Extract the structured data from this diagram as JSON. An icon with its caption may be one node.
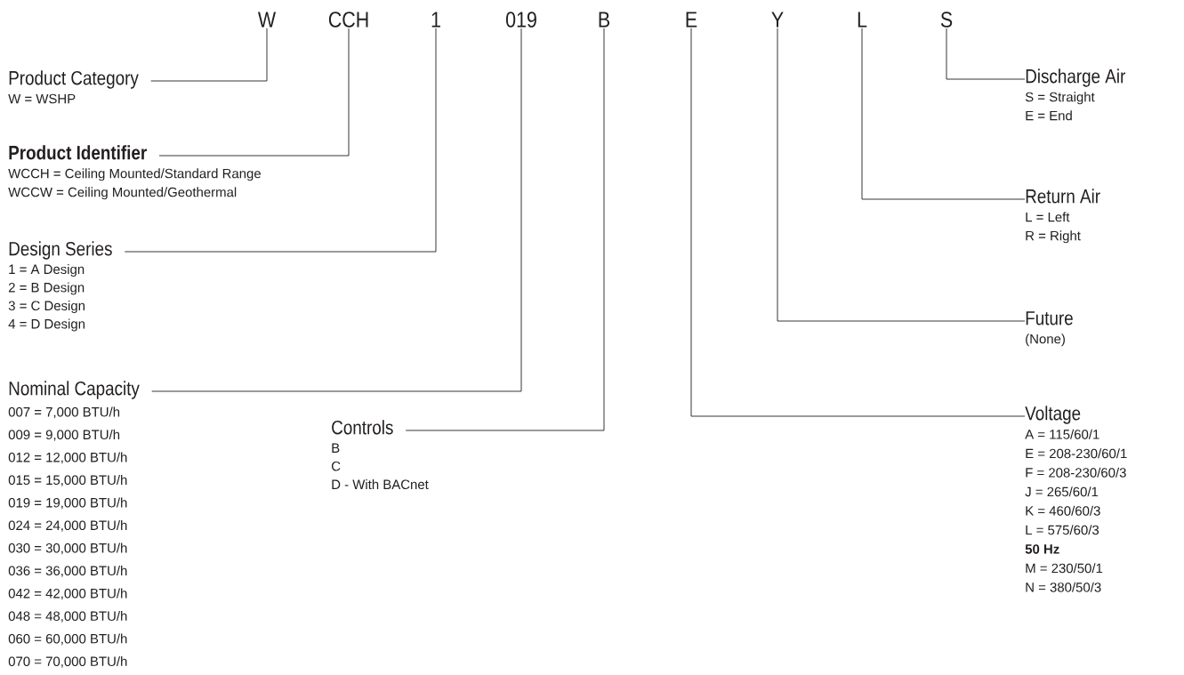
{
  "diagram": {
    "nodes": [
      {
        "text": [
          "W"
        ]
      },
      {
        "text": [
          "CCH"
        ]
      },
      {
        "text": [
          "1"
        ]
      },
      {
        "text": [
          "019"
        ]
      },
      {
        "text": [
          "B"
        ]
      },
      {
        "text": [
          "E"
        ]
      },
      {
        "text": [
          "Y"
        ]
      },
      {
        "text": [
          "L"
        ]
      },
      {
        "text": [
          "S"
        ]
      },
      {
        "text": [
          "Product Category",
          "W = WSHP"
        ]
      },
      {
        "text": [
          "Product Identifier",
          "WCCH = Ceiling Mounted/Standard Range",
          "WCCW = Ceiling Mounted/Geothermal"
        ]
      },
      {
        "text": [
          "Design Series",
          "1 = A Design",
          "2 = B Design",
          "3 = C Design",
          "4 = D Design"
        ]
      },
      {
        "text": [
          "Nominal Capacity",
          "007 = 7,000 BTU/h",
          "009 = 9,000 BTU/h",
          "012 = 12,000 BTU/h",
          "015 = 15,000 BTU/h",
          "019 = 19,000 BTU/h",
          "024 = 24,000 BTU/h",
          "030 = 30,000 BTU/h",
          "036 = 36,000 BTU/h",
          "042 = 42,000 BTU/h",
          "048 = 48,000 BTU/h",
          "060 = 60,000 BTU/h",
          "070 = 70,000 BTU/h"
        ]
      },
      {
        "text": [
          "Controls",
          "B",
          "C",
          "D - With BACnet"
        ]
      },
      {
        "text": [
          "Discharge Air",
          "S = Straight",
          "E = End"
        ]
      },
      {
        "text": [
          "Return Air",
          "L = Left",
          "R = Right"
        ]
      },
      {
        "text": [
          "Future",
          "(None)"
        ]
      },
      {
        "text": [
          "Voltage",
          "A = 115/60/1",
          "E = 208-230/60/1",
          "F = 208-230/60/3",
          "J = 265/60/1",
          "K = 460/60/3",
          "L = 575/60/3",
          "50 Hz",
          "M = 230/50/1",
          "N = 380/50/3"
        ]
      }
    ],
    "edges": [
      {
        "from": 0,
        "to": 9,
        "arrow": "none"
      },
      {
        "from": 1,
        "to": 10,
        "arrow": "none"
      },
      {
        "from": 2,
        "to": 11,
        "arrow": "none"
      },
      {
        "from": 3,
        "to": 12,
        "arrow": "none"
      },
      {
        "from": 4,
        "to": 13,
        "arrow": "none"
      },
      {
        "from": 5,
        "to": 17,
        "arrow": "none"
      },
      {
        "from": 6,
        "to": 16,
        "arrow": "none"
      },
      {
        "from": 7,
        "to": 15,
        "arrow": "none"
      },
      {
        "from": 8,
        "to": 14,
        "arrow": "none"
      }
    ]
  }
}
